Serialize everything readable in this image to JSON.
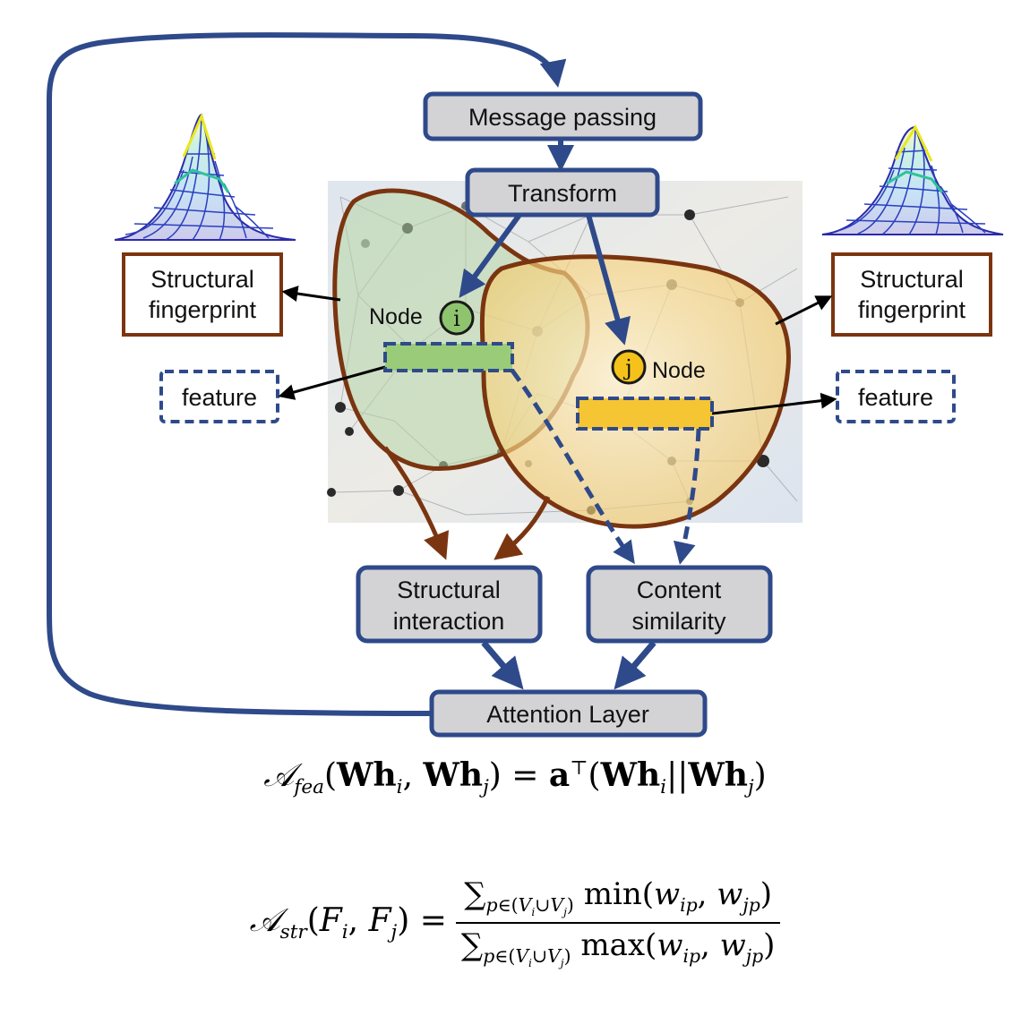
{
  "nodes": {
    "message_passing": "Message passing",
    "transform": "Transform",
    "structural_fingerprint_left": [
      "Structural",
      "fingerprint"
    ],
    "structural_fingerprint_right": [
      "Structural",
      "fingerprint"
    ],
    "feature_left": "feature",
    "feature_right": "feature",
    "node_i_label": "Node",
    "node_i_letter": "i",
    "node_j_label": "Node",
    "node_j_letter": "j",
    "structural_interaction": [
      "Structural",
      "interaction"
    ],
    "content_similarity": [
      "Content",
      "similarity"
    ],
    "attention_layer": "Attention Layer"
  },
  "formulas": {
    "feature_attention": "A_fea(Wh_i, Wh_j) = a^T(Wh_i || Wh_j)",
    "structural_attention": "A_str(F_i, F_j) = sum_{p in (V_i ∪ V_j)} min(w_ip, w_jp) / sum_{p in (V_i ∪ V_j)} max(w_ip, w_jp)"
  },
  "colors": {
    "box_fill": "#d3d3d5",
    "box_border": "#2f4a8a",
    "brown": "#7a3510",
    "arrow_blue": "#2f4a8a",
    "green_region": "#b7d9a8",
    "orange_region": "#f6d27a",
    "node_i": "#8fc46e",
    "node_j": "#f4c21a"
  }
}
